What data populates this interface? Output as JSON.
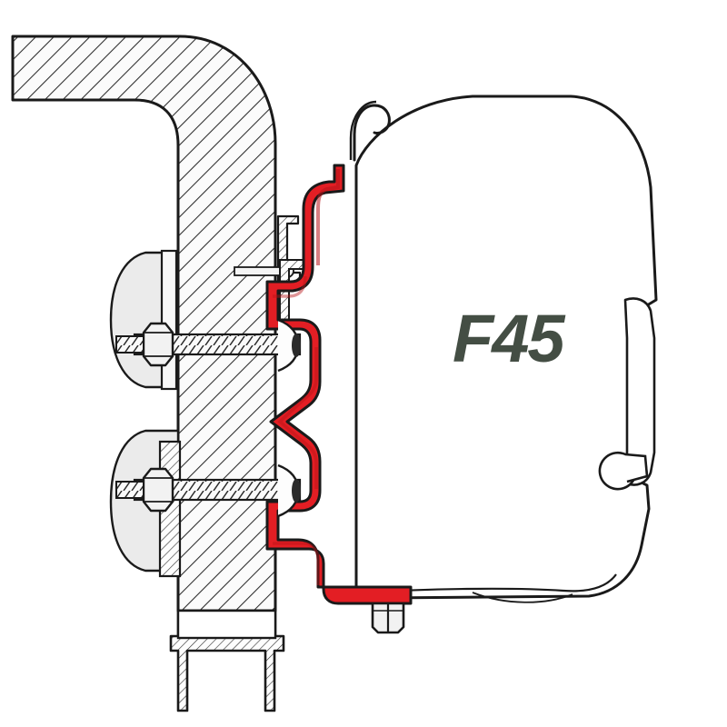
{
  "drawing": {
    "title": "Fiamma F45 awning wall-adapter mounting cross-section",
    "brand_logo_text": "F45",
    "view_type": "technical cross-section (side view)",
    "background_color": "#ffffff"
  },
  "colors": {
    "outline": "#1a1a1a",
    "adapter_red": "#e31e24",
    "adapter_red_shade": "#b81419",
    "hatch_line": "#2b2b2b",
    "metal_fill": "#f2f2f2",
    "plate_fill": "#e8e8e8",
    "logo_text": "#444e44",
    "case_fill": "#ffffff"
  },
  "components": [
    {
      "id": "vehicle-wall",
      "label": "Vehicle wall / roof section",
      "style": "cross-hatched sandwich panel",
      "hatch_angle_deg": 45
    },
    {
      "id": "adapter-bracket",
      "label": "F45 wall adapter bracket",
      "color": "#e31e24",
      "profile": "stepped Z-profile with central chevron"
    },
    {
      "id": "awning-case",
      "label": "F45 awning case",
      "style": "outline only"
    },
    {
      "id": "upper-bolt",
      "label": "Upper through-bolt with hex nut",
      "type": "threaded bolt"
    },
    {
      "id": "lower-bolt",
      "label": "Lower through-bolt with hex nut",
      "type": "threaded bolt"
    },
    {
      "id": "upper-backing-plate",
      "label": "Upper oval backing plate"
    },
    {
      "id": "lower-backing-plate",
      "label": "Lower oval backing plate"
    },
    {
      "id": "awning-rail",
      "label": "Roof awning rail profile"
    },
    {
      "id": "top-hook-latch",
      "label": "Top hook / retaining latch"
    },
    {
      "id": "bottom-fixing-bolt",
      "label": "Bottom fixing bolt head"
    },
    {
      "id": "front-lip-hook",
      "label": "Case front lip hook detail"
    },
    {
      "id": "bottom-rail-trim",
      "label": "Lower wall rail trim"
    }
  ],
  "chart_data": {
    "type": "diagram",
    "title": "F45 awning adapter mounting cross-section",
    "annotations": [
      "F45"
    ]
  }
}
